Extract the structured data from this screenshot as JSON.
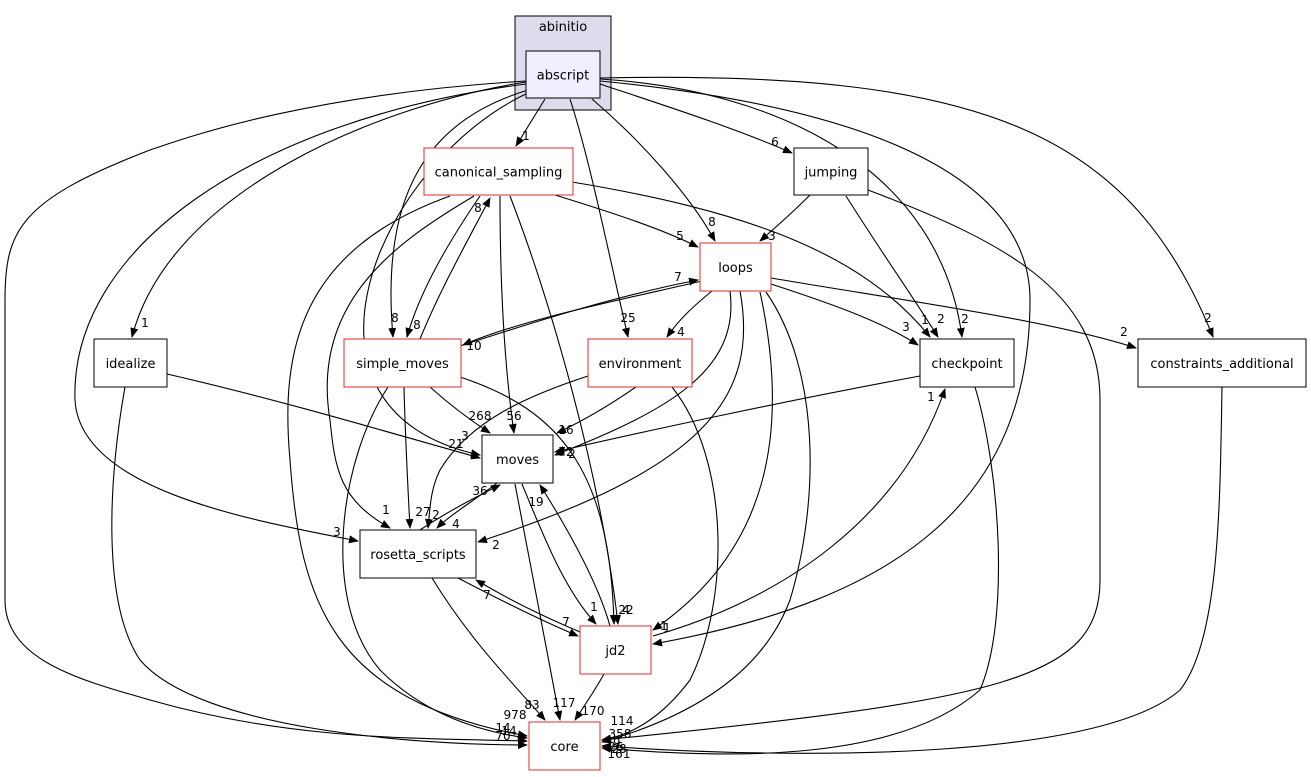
{
  "cluster": {
    "label": "abinitio",
    "fill": "#dcdcec",
    "stroke": "#000000"
  },
  "nodes": {
    "abscript": {
      "label": "abscript",
      "fill": "#eeeeff",
      "stroke": "#000000"
    },
    "canonical_sampling": {
      "label": "canonical_sampling",
      "fill": "#ffffff",
      "stroke": "#e22b2b"
    },
    "jumping": {
      "label": "jumping",
      "fill": "#ffffff",
      "stroke": "#000000"
    },
    "loops": {
      "label": "loops",
      "fill": "#ffffff",
      "stroke": "#e22b2b"
    },
    "idealize": {
      "label": "idealize",
      "fill": "#ffffff",
      "stroke": "#000000"
    },
    "simple_moves": {
      "label": "simple_moves",
      "fill": "#ffffff",
      "stroke": "#e22b2b"
    },
    "environment": {
      "label": "environment",
      "fill": "#ffffff",
      "stroke": "#e22b2b"
    },
    "checkpoint": {
      "label": "checkpoint",
      "fill": "#ffffff",
      "stroke": "#000000"
    },
    "constraints_additional": {
      "label": "constraints_additional",
      "fill": "#ffffff",
      "stroke": "#000000"
    },
    "moves": {
      "label": "moves",
      "fill": "#ffffff",
      "stroke": "#000000"
    },
    "rosetta_scripts": {
      "label": "rosetta_scripts",
      "fill": "#ffffff",
      "stroke": "#000000"
    },
    "jd2": {
      "label": "jd2",
      "fill": "#ffffff",
      "stroke": "#e22b2b"
    },
    "core": {
      "label": "core",
      "fill": "#ffffff",
      "stroke": "#e22b2b"
    }
  },
  "edges": [
    {
      "from": "abscript",
      "to": "canonical_sampling",
      "label": "1"
    },
    {
      "from": "abscript",
      "to": "jumping",
      "label": "6"
    },
    {
      "from": "abscript",
      "to": "loops",
      "label": "8"
    },
    {
      "from": "abscript",
      "to": "idealize",
      "label": "1"
    },
    {
      "from": "abscript",
      "to": "simple_moves",
      "label": "8"
    },
    {
      "from": "abscript",
      "to": "environment",
      "label": "25"
    },
    {
      "from": "abscript",
      "to": "checkpoint",
      "label": "2"
    },
    {
      "from": "abscript",
      "to": "constraints_additional",
      "label": "2"
    },
    {
      "from": "abscript",
      "to": "moves",
      "label": "21"
    },
    {
      "from": "abscript",
      "to": "rosetta_scripts",
      "label": "3"
    },
    {
      "from": "abscript",
      "to": "jd2",
      "label": "1"
    },
    {
      "from": "abscript",
      "to": "core",
      "label": "70"
    },
    {
      "from": "canonical_sampling",
      "to": "loops",
      "label": "5"
    },
    {
      "from": "canonical_sampling",
      "to": "simple_moves",
      "label": "8"
    },
    {
      "from": "canonical_sampling",
      "to": "checkpoint",
      "label": "1"
    },
    {
      "from": "canonical_sampling",
      "to": "moves",
      "label": "56"
    },
    {
      "from": "canonical_sampling",
      "to": "rosetta_scripts",
      "label": "1"
    },
    {
      "from": "canonical_sampling",
      "to": "jd2",
      "label": "22"
    },
    {
      "from": "canonical_sampling",
      "to": "core",
      "label": "14"
    },
    {
      "from": "jumping",
      "to": "loops",
      "label": "3"
    },
    {
      "from": "jumping",
      "to": "checkpoint",
      "label": "2"
    },
    {
      "from": "jumping",
      "to": "core",
      "label": "19"
    },
    {
      "from": "loops",
      "to": "simple_moves",
      "label": "10"
    },
    {
      "from": "loops",
      "to": "environment",
      "label": "4"
    },
    {
      "from": "loops",
      "to": "checkpoint",
      "label": "3"
    },
    {
      "from": "loops",
      "to": "constraints_additional",
      "label": "2"
    },
    {
      "from": "loops",
      "to": "moves",
      "label": "72"
    },
    {
      "from": "loops",
      "to": "rosetta_scripts",
      "label": "2"
    },
    {
      "from": "loops",
      "to": "jd2",
      "label": "1"
    },
    {
      "from": "loops",
      "to": "core",
      "label": "358"
    },
    {
      "from": "simple_moves",
      "to": "canonical_sampling",
      "label": "8"
    },
    {
      "from": "simple_moves",
      "to": "loops",
      "label": "7"
    },
    {
      "from": "simple_moves",
      "to": "moves",
      "label": "268"
    },
    {
      "from": "simple_moves",
      "to": "rosetta_scripts",
      "label": "27"
    },
    {
      "from": "simple_moves",
      "to": "jd2",
      "label": "4"
    },
    {
      "from": "simple_moves",
      "to": "core",
      "label": "978"
    },
    {
      "from": "idealize",
      "to": "moves",
      "label": "3"
    },
    {
      "from": "idealize",
      "to": "core",
      "label": "14"
    },
    {
      "from": "environment",
      "to": "moves",
      "label": "16"
    },
    {
      "from": "environment",
      "to": "rosetta_scripts",
      "label": "2"
    },
    {
      "from": "environment",
      "to": "core",
      "label": "114"
    },
    {
      "from": "checkpoint",
      "to": "moves",
      "label": "2"
    },
    {
      "from": "checkpoint",
      "to": "core",
      "label": "28"
    },
    {
      "from": "constraints_additional",
      "to": "core",
      "label": "26"
    },
    {
      "from": "moves",
      "to": "rosetta_scripts",
      "label": "4"
    },
    {
      "from": "moves",
      "to": "jd2",
      "label": "1"
    },
    {
      "from": "moves",
      "to": "core",
      "label": "117"
    },
    {
      "from": "rosetta_scripts",
      "to": "moves",
      "label": "36"
    },
    {
      "from": "rosetta_scripts",
      "to": "jd2",
      "label": "7"
    },
    {
      "from": "rosetta_scripts",
      "to": "core",
      "label": "83"
    },
    {
      "from": "jd2",
      "to": "moves",
      "label": "19"
    },
    {
      "from": "jd2",
      "to": "rosetta_scripts",
      "label": "7"
    },
    {
      "from": "jd2",
      "to": "checkpoint",
      "label": "1"
    },
    {
      "from": "jd2",
      "to": "core",
      "label": "170"
    }
  ],
  "extra_labels": [
    "161"
  ]
}
